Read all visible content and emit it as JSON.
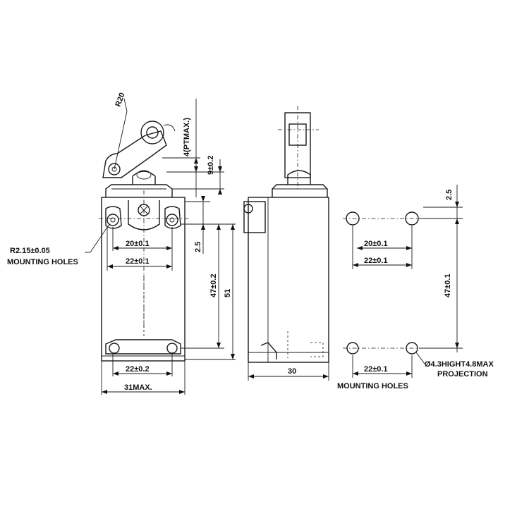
{
  "drawing": {
    "front_view": {
      "radius_label": "R20",
      "travel_label": "4(PTMAX.)",
      "height_9": "9±0.2",
      "height_2_5": "2.5",
      "height_47": "47±0.2",
      "height_51": "51",
      "width_20": "20±0.1",
      "width_22_top": "22±0.1",
      "width_22_bottom": "22±0.2",
      "width_31": "31MAX.",
      "hole_radius": "R2.15±0.05",
      "hole_note": "MOUNTING HOLES"
    },
    "side_view": {
      "width_30": "30"
    },
    "hole_pattern": {
      "height_2_5": "2.5",
      "height_47": "47±0.1",
      "width_20": "20±0.1",
      "width_22_mid": "22±0.1",
      "width_22_bottom": "22±0.1",
      "dia_note": "Ø4.3HIGHT4.8MAX",
      "projection_note": "PROJECTION",
      "holes_label": "MOUNTING HOLES"
    }
  }
}
